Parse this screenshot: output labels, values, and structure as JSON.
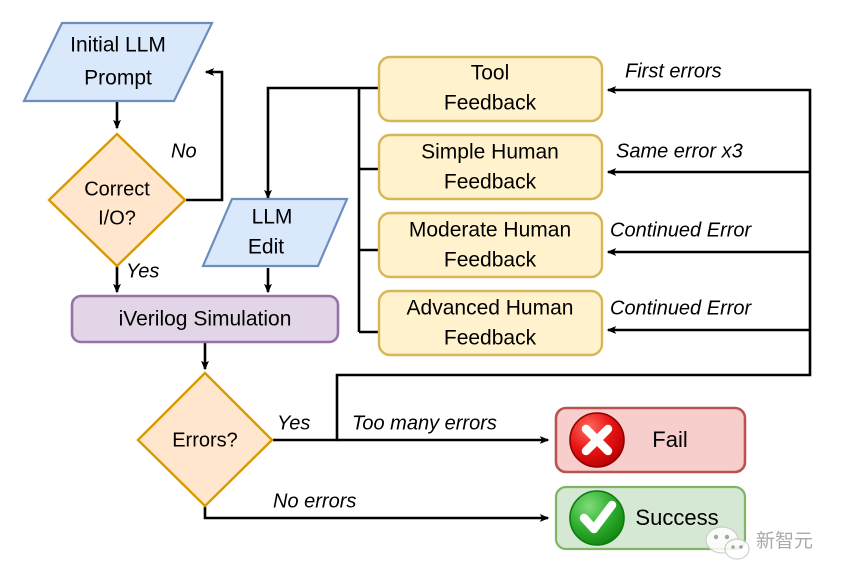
{
  "diagram": {
    "title": "LLM Verilog generation feedback loop flowchart",
    "colors": {
      "process_blue_fill": "#dae8fc",
      "process_blue_stroke": "#6c8ebf",
      "decision_orange_fill": "#ffe6cc",
      "decision_orange_stroke": "#d79b00",
      "sim_purple_fill": "#e1d5e7",
      "sim_purple_stroke": "#9673a6",
      "feedback_yellow_fill": "#fff2cc",
      "feedback_yellow_stroke": "#d6b656",
      "fail_red_fill": "#f8cecc",
      "fail_red_stroke": "#b85450",
      "success_green_fill": "#d5e8d4",
      "success_green_stroke": "#82b366",
      "edge_black": "#000000",
      "fail_icon": "#e00000",
      "success_icon": "#2ca02c"
    },
    "nodes": {
      "initial_prompt": {
        "line1": "Initial LLM",
        "line2": "Prompt",
        "shape": "parallelogram"
      },
      "correct_io": {
        "line1": "Correct",
        "line2": "I/O?",
        "shape": "diamond"
      },
      "llm_edit": {
        "line1": "LLM",
        "line2": "Edit",
        "shape": "parallelogram"
      },
      "iverilog_sim": {
        "label": "iVerilog Simulation",
        "shape": "rounded-rect"
      },
      "errors": {
        "label": "Errors?",
        "shape": "diamond"
      },
      "fail": {
        "label": "Fail",
        "icon": "x-circle-icon",
        "shape": "rounded-rect"
      },
      "success": {
        "label": "Success",
        "icon": "check-circle-icon",
        "shape": "rounded-rect"
      }
    },
    "feedback_boxes": [
      {
        "id": "tool-feedback",
        "line1": "Tool",
        "line2": "Feedback",
        "trigger": "First errors"
      },
      {
        "id": "simple-human-feedback",
        "line1": "Simple Human",
        "line2": "Feedback",
        "trigger": "Same error x3"
      },
      {
        "id": "moderate-human-feedback",
        "line1": "Moderate Human",
        "line2": "Feedback",
        "trigger": "Continued Error"
      },
      {
        "id": "advanced-human-feedback",
        "line1": "Advanced Human",
        "line2": "Feedback",
        "trigger": "Continued Error"
      }
    ],
    "edge_labels": {
      "no": "No",
      "yes": "Yes",
      "errors_yes": "Yes",
      "too_many_errors": "Too many errors",
      "no_errors": "No errors"
    },
    "watermark": {
      "text": "新智元",
      "icon": "wechat-icon"
    }
  }
}
